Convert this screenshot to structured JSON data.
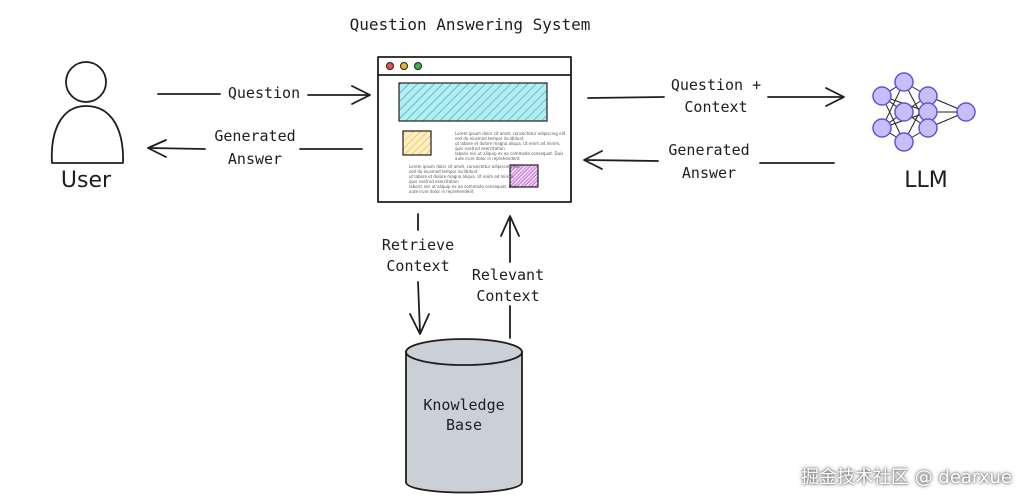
{
  "title": "Question Answering System",
  "nodes": {
    "user": "User",
    "llm": "LLM",
    "knowledge_base_line1": "Knowledge",
    "knowledge_base_line2": "Base"
  },
  "edges": {
    "question": "Question",
    "generated_answer_user_line1": "Generated",
    "generated_answer_user_line2": "Answer",
    "question_context_line1": "Question +",
    "question_context_line2": "Context",
    "generated_answer_llm_line1": "Generated",
    "generated_answer_llm_line2": "Answer",
    "retrieve_context_line1": "Retrieve",
    "retrieve_context_line2": "Context",
    "relevant_context_line1": "Relevant",
    "relevant_context_line2": "Context"
  },
  "window_text": {
    "p1": [
      "Lorem ipsum dolor sit amet, consectetur adipiscing elit",
      "sed do eiusmod tempor incididunt",
      "ut labore et dolore magna aliqua. Ut enim ad minim,",
      "quis nostrud exercitation",
      "laboris nisi ut aliquip ex ea commodo consequat. Duis",
      "aute irure dolor in reprehenderit"
    ],
    "p2": [
      "Lorem ipsum dolor sit amet, consectetur adipiscing elit",
      "sed do eiusmod tempor incididunt",
      "ut labore et dolore magna aliqua. Ut enim ad minim,",
      "quis nostrud exercitation",
      "laboris nisi ut aliquip ex ea commodo consequat. Duis",
      "aute irure dolor in reprehenderit"
    ]
  },
  "watermark": "掘金技术社区 @ dearxue",
  "colors": {
    "hatch_blue": "#34b3c4",
    "panel_blue": "#b5ecf2",
    "hatch_yellow": "#e9b23a",
    "panel_yellow": "#fff0c4",
    "hatch_purple": "#b04fc9",
    "panel_purple": "#f3d8f7",
    "node_purple": "#c9bdfa",
    "node_stroke": "#6a4fd8",
    "db_fill": "#cbd0d6",
    "dot_red": "#e5534b",
    "dot_yellow": "#f0b429",
    "dot_green": "#37b24d"
  }
}
